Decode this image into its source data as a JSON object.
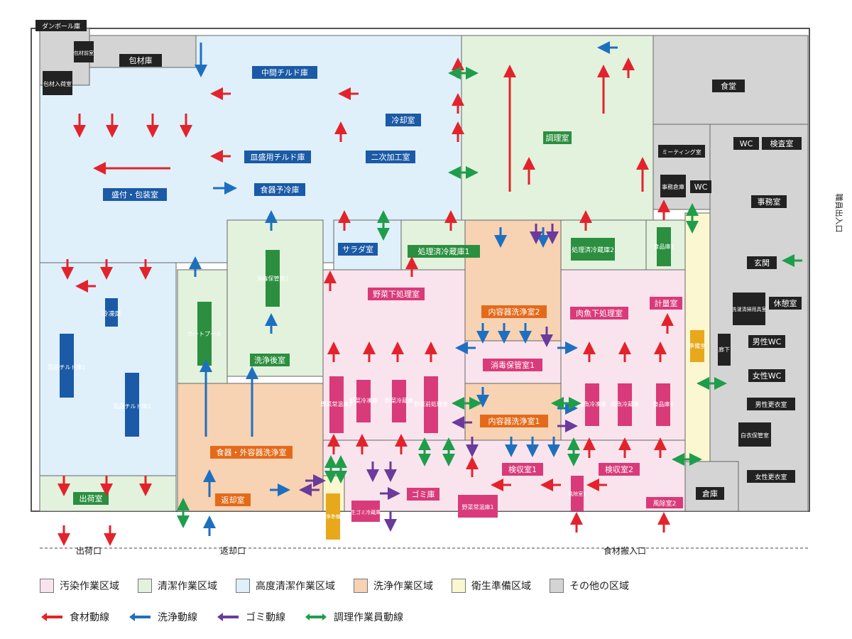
{
  "colors": {
    "contaminated": "#f9e4ee",
    "clean": "#e3f2dd",
    "high_clean": "#dff0fb",
    "washing": "#f7d2b3",
    "sanitary": "#fbf7d0",
    "other": "#d4d4d4",
    "food_flow": "#e3232b",
    "wash_flow": "#1f6fbf",
    "garbage_flow": "#6a3a9c",
    "staff_flow": "#1e9e4a"
  },
  "rooms": {
    "danboru": "ダンボール庫",
    "hozai_mae": "包材前室",
    "hozai": "包材庫",
    "hozai_nyuka": "包材入荷室",
    "chukan_chilled": "中間チルド庫",
    "reikyaku": "冷却室",
    "chori": "調理室",
    "shokudo": "食堂",
    "sarazakari": "皿盛用チルド庫",
    "niji_kako": "二次加工室",
    "kiki_yorei": "食器予冷庫",
    "moritsuke": "盛付・包装室",
    "meeting": "ミーティング室",
    "wc1": "WC",
    "kensa": "検査室",
    "jimu_soko": "事務倉庫",
    "wc2": "WC",
    "jimu": "事務室",
    "shokuin": "職員出入口",
    "salad": "サラダ室",
    "shorizumi1": "処理済冷蔵庫1",
    "shorizumi2": "処理済冷蔵庫2",
    "shokuhin2": "食品庫2",
    "genkan": "玄関",
    "shodoku2": "消毒保管室2",
    "yasai_shita": "野菜下処理室",
    "naiyoki2": "内容器洗浄室2",
    "nikusakana_shita": "肉魚下処理室",
    "keiryo": "計量室",
    "sentaku": "洗濯清掃用具室",
    "kyukei": "休憩室",
    "reito": "冷凍庫",
    "cart": "カートプール",
    "junbi": "準備室",
    "roka": "廊下",
    "danseiwc": "男性WC",
    "joseiwc": "女性WC",
    "seihin1": "製品チルド庫1",
    "seihin2": "製品チルド庫2",
    "sengo": "洗浄後室",
    "shodoku1": "消毒保管室1",
    "yasai_jo": "野菜常温庫2",
    "yasai_reito": "野菜冷凍庫",
    "yasai_reizo": "野菜冷蔵庫",
    "yasai_mae": "野菜前処理室",
    "naiyoki1": "内容器洗浄室1",
    "nikusakana_reito": "肉魚冷凍庫",
    "nikusakana_reizo": "肉魚冷蔵庫",
    "shokuhin1": "食品庫1",
    "dansei_kosui": "男性更衣室",
    "hakui": "白衣保管室",
    "shokki_sen": "食器・外容器洗浄室",
    "kenshu1": "検収室1",
    "kenshu2": "検収室2",
    "josei_kosui": "女性更衣室",
    "shukka": "出荷室",
    "henkyaku": "返却室",
    "senjo_junbi": "洗浄準備室",
    "namagomi": "生ゴミ冷蔵庫",
    "gomi": "ゴミ庫",
    "yasai_jo1": "野菜常温庫1",
    "fujo1": "風除室1",
    "fujo2": "風除室2",
    "soko": "倉庫"
  },
  "exits": {
    "shukka_guchi": "出荷口",
    "henkyaku_guchi": "返却口",
    "shokuzai_guchi": "食材搬入口"
  },
  "legend": {
    "zones": [
      {
        "label": "汚染作業区域",
        "color": "#f9e4ee"
      },
      {
        "label": "清潔作業区域",
        "color": "#e3f2dd"
      },
      {
        "label": "高度清潔作業区域",
        "color": "#dff0fb"
      },
      {
        "label": "洗浄作業区域",
        "color": "#f7d2b3"
      },
      {
        "label": "衛生準備区域",
        "color": "#fbf7d0"
      },
      {
        "label": "その他の区域",
        "color": "#d4d4d4"
      }
    ],
    "flows": [
      {
        "label": "食材動線",
        "color": "#e3232b"
      },
      {
        "label": "洗浄動線",
        "color": "#1f6fbf"
      },
      {
        "label": "ゴミ動線",
        "color": "#6a3a9c"
      },
      {
        "label": "調理作業員動線",
        "color": "#1e9e4a"
      }
    ]
  }
}
